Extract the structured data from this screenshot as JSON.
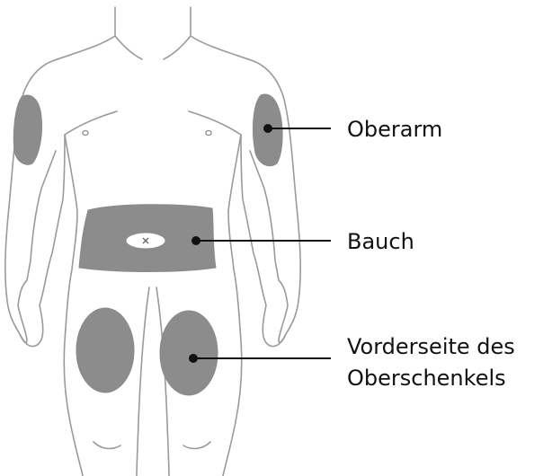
{
  "labels": {
    "upper_arm": "Oberarm",
    "abdomen": "Bauch",
    "thigh_line1": "Vorderseite des",
    "thigh_line2": "Oberschenkels"
  },
  "icons": {
    "navel": "x-mark-icon"
  },
  "colors": {
    "zone_fill": "#8c8c8c",
    "outline": "#9a9a9a",
    "leader": "#111111",
    "background": "#ffffff"
  }
}
